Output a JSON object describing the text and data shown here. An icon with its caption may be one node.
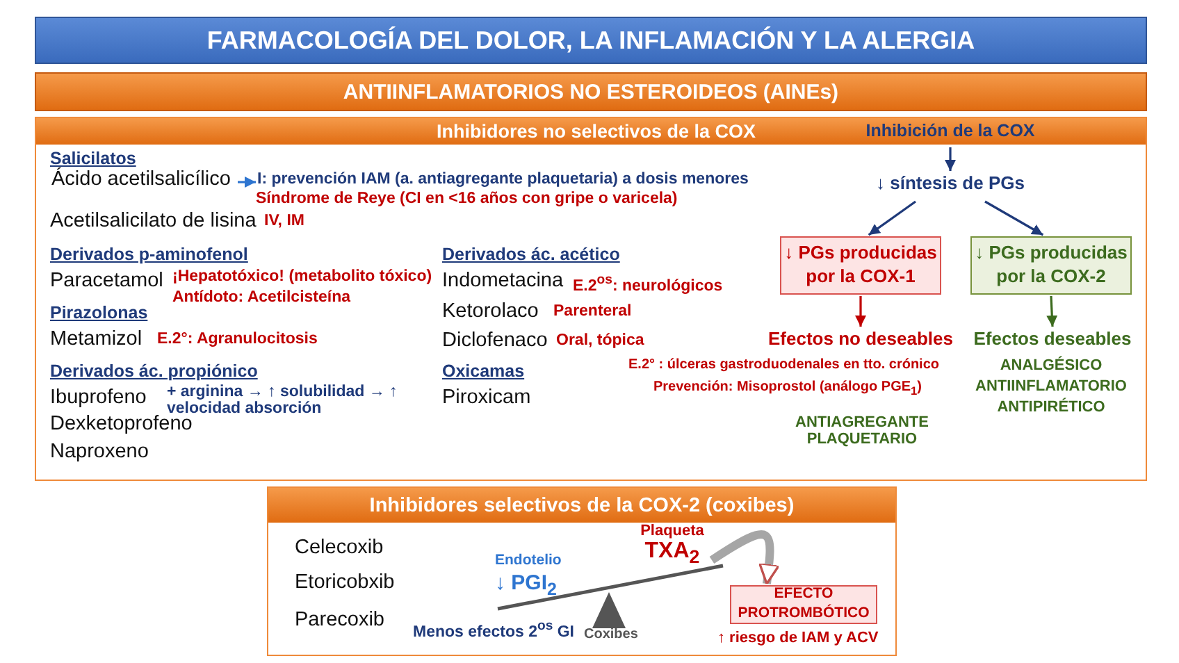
{
  "diagram": {
    "title": "FARMACOLOGÍA DEL DOLOR, LA INFLAMACIÓN Y LA ALERGIA",
    "nodes": [
      {
        "text": [
          "ANTIINFLAMATORIOS NO ESTEROIDEOS (AINEs)"
        ]
      },
      {
        "text": [
          "Inhibidores no selectivos de la COX"
        ]
      },
      {
        "text": [
          "Inhibición de la COX"
        ],
        "in": 1
      },
      {
        "text": [
          "↓ síntesis de PGs"
        ],
        "in": 1
      },
      {
        "text": [
          "↓ PGs producidas por la COX-1"
        ],
        "in": 1
      },
      {
        "text": [
          "↓ PGs producidas por la COX-2"
        ],
        "in": 1
      },
      {
        "text": [
          "Efectos no deseables"
        ],
        "in": 1
      },
      {
        "text": [
          "Efectos deseables"
        ],
        "in": 1
      },
      {
        "text": [
          "Ácido acetilsalicílico"
        ],
        "in": 1
      },
      {
        "text": [
          "I: prevención IAM (a. antiagregante plaquetaria) a dosis menores"
        ],
        "in": 1
      },
      {
        "text": [
          "Inhibidores selectivos de la COX-2 (coxibes)"
        ]
      },
      {
        "text": [
          "Plaqueta",
          "TXA$_{2}$"
        ],
        "in": 10
      },
      {
        "text": [
          "EFECTO PROTROMBÓTICO"
        ],
        "in": 10
      }
    ],
    "edges": [
      {
        "from": 8,
        "to": 9,
        "arrow": "to",
        "color": "#2e75d0"
      },
      {
        "from": 2,
        "to": 3,
        "arrow": "to"
      },
      {
        "from": 3,
        "to": 4,
        "arrow": "to"
      },
      {
        "from": 3,
        "to": 5,
        "arrow": "to"
      },
      {
        "from": 4,
        "to": 6,
        "arrow": "to",
        "color": "#c00000"
      },
      {
        "from": 5,
        "to": 7,
        "arrow": "to",
        "color": "#3c6b1e"
      },
      {
        "from": 11,
        "to": 12,
        "arrow": "to",
        "style": "thick",
        "color": "#a6a6a6"
      }
    ],
    "labels": [
      "Salicilatos",
      "Síndrome de Reye (CI en <16 años con gripe o varicela)",
      "Acetilsalicilato de lisina",
      "IV, IM",
      "Derivados p-aminofenol",
      "Paracetamol",
      "¡Hepatotóxico! (metabolito tóxico)",
      "Antídoto: Acetilcisteína",
      "Pirazolonas",
      "Metamizol",
      "E.2°: Agranulocitosis",
      "Derivados ác. propiónico",
      "Ibuprofeno",
      "+ arginina → ↑ solubilidad → ↑ velocidad absorción",
      "Dexketoprofeno",
      "Naproxeno",
      "Derivados ác. acético",
      "Indometacina",
      "E.2$^{os}$: neurológicos",
      "Ketorolaco",
      "Parenteral",
      "Diclofenaco",
      "Oral, tópica",
      "Oxicamas",
      "Piroxicam",
      "E.2° : úlceras gastroduodenales en tto. crónico",
      "Prevención: Misoprostol (análogo PGE$_{1}$)",
      "ANTIAGREGANTE PLAQUETARIO",
      "ANALGÉSICO",
      "ANTIINFLAMATORIO",
      "ANTIPIRÉTICO",
      "Celecoxib",
      "Etoricobxib",
      "Parecoxib",
      "Endotelio",
      "↓ PGI$_{2}$",
      "Menos efectos 2$^{os}$ GI",
      "Coxibes",
      "↑ riesgo de IAM y ACV"
    ]
  }
}
